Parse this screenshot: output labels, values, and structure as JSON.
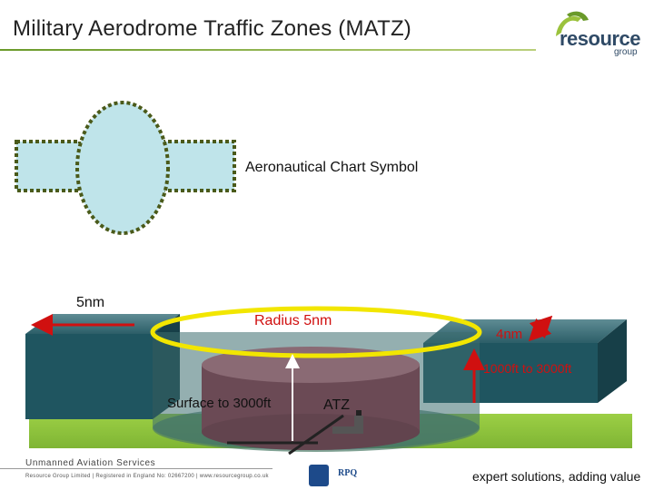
{
  "title": "Military Aerodrome Traffic Zones (MATZ)",
  "logo": {
    "name": "resource",
    "sub": "group"
  },
  "labels": {
    "chart_symbol": "Aeronautical Chart Symbol",
    "stub_length": "5nm",
    "radius": "Radius 5nm",
    "stub_width": "4nm",
    "stub_height": "1000ft to 3000ft",
    "zone_height": "Surface to 3000ft",
    "atz": "ATZ"
  },
  "footer": {
    "org": "Unmanned Aviation Services",
    "legal": "Resource Group Limited | Registered in England No: 02667200 | www.resourcegroup.co.uk",
    "badge": "RPQ",
    "tagline": "expert solutions, adding value"
  },
  "colors": {
    "accent_green": "#6a9a2a",
    "symbol_fill": "#bfe4ea",
    "symbol_border": "#4a5a1a",
    "block_front": "#1f5560",
    "cylinder": "#6b4a55",
    "ground": "#8fc53a",
    "ellipse_stroke": "#f2e600",
    "arrow_red": "#d01010"
  }
}
